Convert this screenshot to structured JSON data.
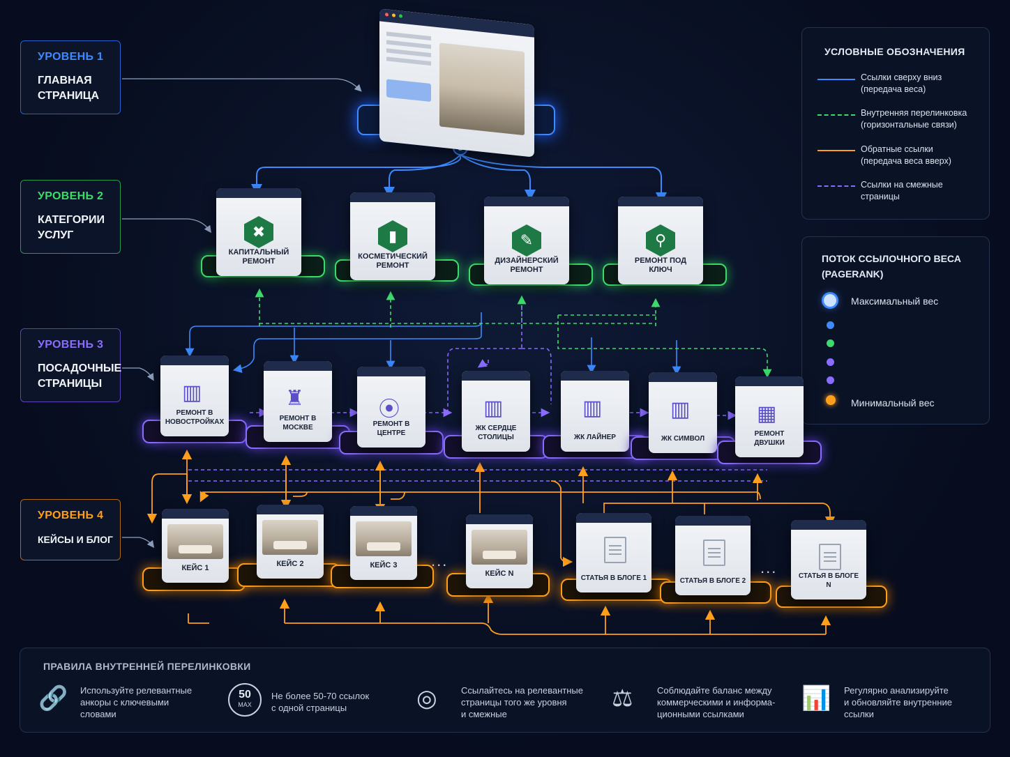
{
  "levels": [
    {
      "title": "УРОВЕНЬ 1",
      "subtitle": "ГЛАВНАЯ\nСТРАНИЦА",
      "color": "#3d8bff"
    },
    {
      "title": "УРОВЕНЬ 2",
      "subtitle": "КАТЕГОРИИ\nУСЛУГ",
      "color": "#3ddc6a"
    },
    {
      "title": "УРОВЕНЬ 3",
      "subtitle": "ПОСАДОЧНЫЕ\nСТРАНИЦЫ",
      "color": "#8a6cff"
    },
    {
      "title": "УРОВЕНЬ 4",
      "subtitle": "КЕЙСЫ И БЛОГ",
      "color": "#ff9f1c"
    }
  ],
  "categories": [
    "КАПИТАЛЬНЫЙ\nРЕМОНТ",
    "КОСМЕТИЧЕСКИЙ\nРЕМОНТ",
    "ДИЗАЙНЕРСКИЙ\nРЕМОНТ",
    "РЕМОНТ ПОД КЛЮЧ"
  ],
  "category_icons": [
    "tools-icon",
    "paint-roller-icon",
    "pencil-icon",
    "key-icon"
  ],
  "landing": [
    "РЕМОНТ В\nНОВОСТРОЙКАХ",
    "РЕМОНТ В\nМОСКВЕ",
    "РЕМОНТ В\nЦЕНТРЕ",
    "ЖК СЕРДЦЕ\nСТОЛИЦЫ",
    "ЖК ЛАЙНЕР",
    "ЖК СИМВОЛ",
    "РЕМОНТ\nДВУШКИ"
  ],
  "landing_icons": [
    "building-icon",
    "kremlin-icon",
    "location-pin-icon",
    "building-icon",
    "building-icon",
    "building-icon",
    "floor-plan-icon"
  ],
  "cases": [
    "КЕЙС 1",
    "КЕЙС 2",
    "КЕЙС 3",
    "КЕЙС N"
  ],
  "blog": [
    "СТАТЬЯ В БЛОГЕ 1",
    "СТАТЬЯ В БЛОГЕ 2",
    "СТАТЬЯ В БЛОГЕ N"
  ],
  "ellipsis": "...",
  "legend": {
    "title": "УСЛОВНЫЕ ОБОЗНАЧЕНИЯ",
    "items": [
      {
        "label": "Ссылки сверху вниз\n(передача веса)",
        "color": "#3d8bff",
        "style": "solid"
      },
      {
        "label": "Внутренняя перелинковка\n(горизонтальные связи)",
        "color": "#3ddc6a",
        "style": "dashed"
      },
      {
        "label": "Обратные ссылки\n(передача веса вверх)",
        "color": "#ff9f1c",
        "style": "solid"
      },
      {
        "label": "Ссылки на смежные\nстраницы",
        "color": "#8a6cff",
        "style": "dashed"
      }
    ]
  },
  "flow": {
    "title": "ПОТОК ССЫЛОЧНОГО ВЕСА\n(PAGERANK)",
    "max_label": "Максимальный вес",
    "min_label": "Минимальный вес",
    "dots": [
      "#3d8bff",
      "#3d8bff",
      "#3ddc6a",
      "#8a6cff",
      "#8a6cff",
      "#ff9f1c"
    ]
  },
  "rules": {
    "title": "ПРАВИЛА ВНУТРЕННЕЙ ПЕРЕЛИНКОВКИ",
    "badge_top": "50",
    "badge_bottom": "MAX",
    "items": [
      "Используйте релевантные\nанкоры с ключевыми\nсловами",
      "Не более 50-70 ссылок\nс одной страницы",
      "Ссылайтесь на релевантные\nстраницы того же уровня\nи смежные",
      "Соблюдайте баланс между\nкоммерческими и информа-\nционными ссылками",
      "Регулярно анализируйте\nи обновляйте внутренние\nссылки"
    ]
  }
}
